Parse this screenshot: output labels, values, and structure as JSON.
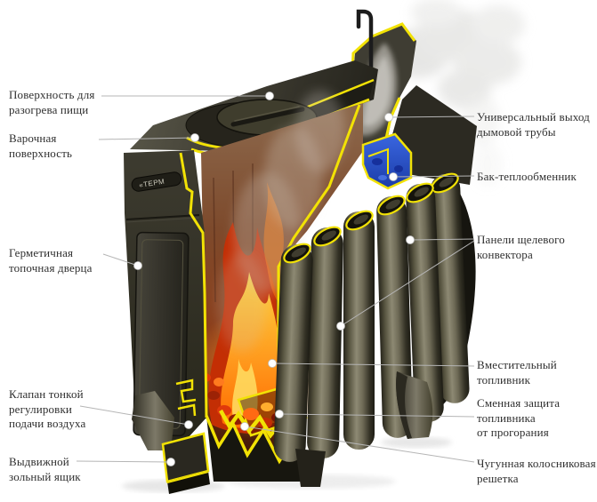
{
  "labels": {
    "left": [
      {
        "text": "Поверхность для\nразогрева пищи"
      },
      {
        "text": "Варочная\nповерхность"
      },
      {
        "text": "Герметичная\nтопочная дверца"
      },
      {
        "text": "Клапан тонкой\nрегулировки\nподачи воздуха"
      },
      {
        "text": "Выдвижной\nзольный ящик"
      }
    ],
    "right": [
      {
        "text": "Универсальный выход\nдымовой трубы"
      },
      {
        "text": "Бак-теплообменник"
      },
      {
        "text": "Панели щелевого\nконвектора"
      },
      {
        "text": "Вместительный\nтопливник"
      },
      {
        "text": "Сменная защита\nтопливника\nот прогорания"
      },
      {
        "text": "Чугунная колосниковая\nрешетка"
      }
    ]
  },
  "logo": {
    "text": "«ТЕРМ"
  },
  "colors": {
    "background": "#ffffff",
    "cut_edge_yellow": "#f2e205",
    "body_dark": "#34322a",
    "flame_orange": "#ff7a00",
    "tank_blue": "#2a55cc",
    "leader_line_gray": "#b5b5b5",
    "label_text": "#2f2f2f"
  }
}
